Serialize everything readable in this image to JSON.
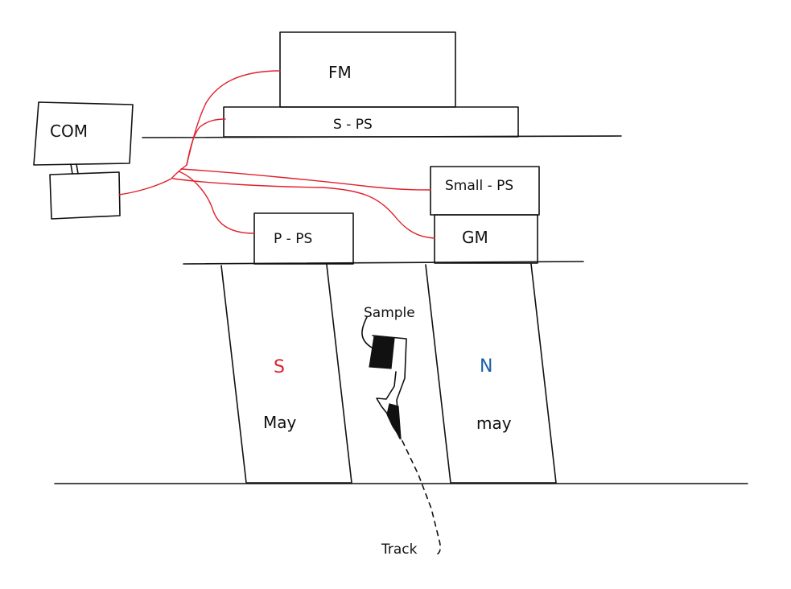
{
  "labels": {
    "computer": "COM",
    "fm": "FM",
    "s_ps": "S - PS",
    "small_ps": "Small - PS",
    "gm": "GM",
    "p_ps": "P - PS",
    "sample": "Sample",
    "track": "Track",
    "left_pole": "S",
    "right_pole": "N",
    "left_magnet": "May",
    "right_magnet": "may"
  },
  "colors": {
    "wire": "#e0202a",
    "s_pole": "#e0202a",
    "n_pole": "#1a5fa8",
    "ink": "#111111"
  }
}
